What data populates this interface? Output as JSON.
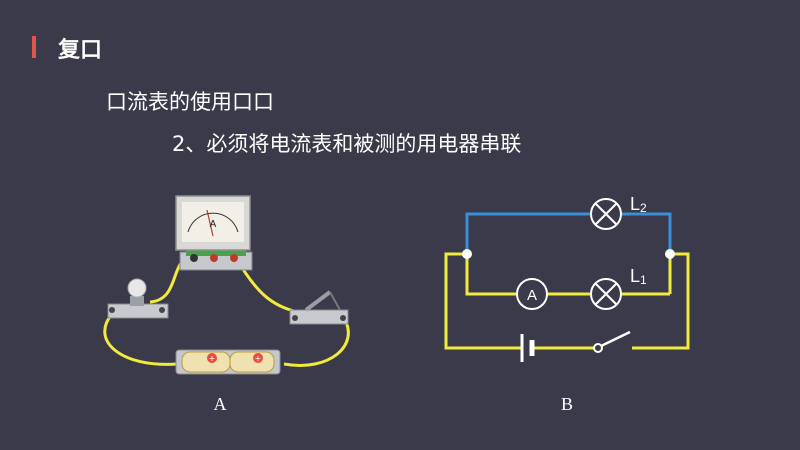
{
  "slide": {
    "title": "复口",
    "subtitle": "口流表的使用口口",
    "rule": "2、必须将电流表和被测的用电器串联"
  },
  "figure_a": {
    "label": "A",
    "meter_letter": "A"
  },
  "figure_b": {
    "label": "B",
    "ammeter_letter": "A",
    "lamp1": {
      "base": "L",
      "sub": "1"
    },
    "lamp2": {
      "base": "L",
      "sub": "2"
    }
  },
  "colors": {
    "background": "#3a3a4a",
    "accent": "#e0554c",
    "wire_yellow": "#f2ea3c",
    "wire_blue": "#3a8fd6"
  }
}
